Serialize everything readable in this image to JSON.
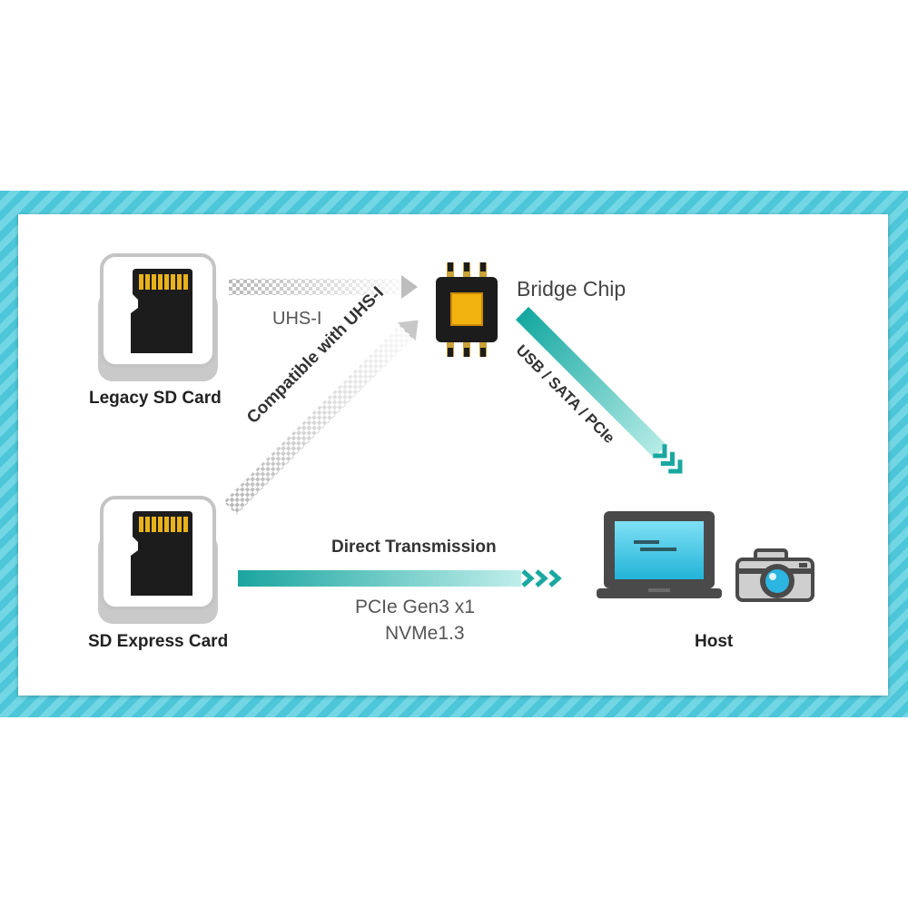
{
  "colors": {
    "band": "#4cc6d8",
    "teal": "#14a8a0",
    "card_black": "#1c1c1c",
    "gold": "#e9b21a"
  },
  "labels": {
    "legacy_card": "Legacy SD Card",
    "express_card": "SD Express Card",
    "bridge_chip": "Bridge Chip",
    "host": "Host",
    "uhs": "UHS-I",
    "compatible": "Compatible with UHS-I",
    "bus": "USB / SATA / PCIe",
    "direct": "Direct Transmission",
    "pcie": "PCIe Gen3 x1",
    "nvme": "NVMe1.3"
  },
  "icons": [
    "sd-card-icon",
    "chip-icon",
    "laptop-icon",
    "camera-icon"
  ]
}
